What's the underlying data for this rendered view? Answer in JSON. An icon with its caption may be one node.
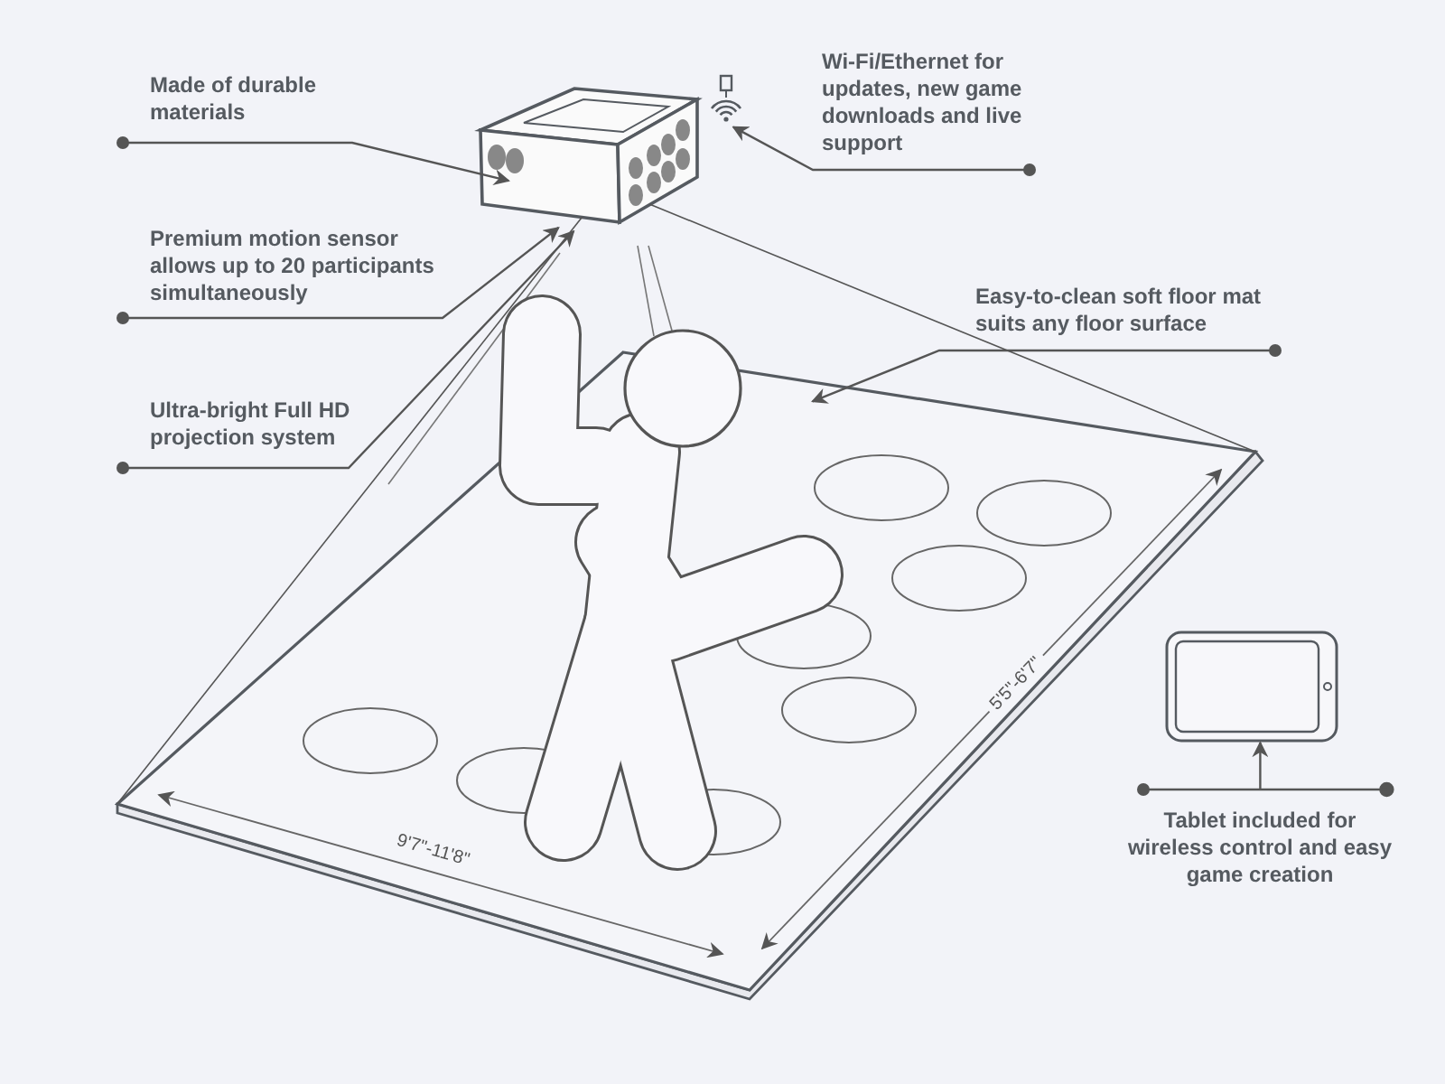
{
  "diagram": {
    "nodes": [
      {
        "text": [
          "Made of durable materials"
        ]
      },
      {
        "text": [
          "Wi-Fi/Ethernet for updates, new game downloads and live support"
        ]
      },
      {
        "text": [],
        "shape": "picture"
      },
      {
        "text": [],
        "shape": "picture"
      },
      {
        "text": [
          "Premium motion sensor allows up to 20 participants simultaneously"
        ]
      },
      {
        "text": [
          "Easy-to-clean soft floor mat suits any floor surface"
        ]
      },
      {
        "text": [
          "Ultra-bright Full HD projection system"
        ]
      },
      {
        "text": [],
        "shape": "picture"
      },
      {
        "text": [],
        "shape": "picture"
      },
      {
        "text": [
          "Tablet included for wireless control and easy game creation"
        ]
      }
    ],
    "edges": [
      {
        "from": 0,
        "to": 2,
        "arrow": "to"
      },
      {
        "from": 1,
        "to": 3,
        "arrow": "to"
      },
      {
        "from": 4,
        "to": 2,
        "arrow": "to"
      },
      {
        "from": 5,
        "to": 7,
        "arrow": "to"
      },
      {
        "from": 6,
        "to": 2,
        "arrow": "to"
      },
      {
        "from": 9,
        "to": 8,
        "arrow": "to"
      },
      {
        "from": 2,
        "to": 7,
        "arrow": "none"
      },
      {
        "from": 2,
        "to": 7,
        "arrow": "none"
      }
    ],
    "labels": [
      "9'7\"-11'8\"",
      "5'5\"-6'7\""
    ]
  }
}
